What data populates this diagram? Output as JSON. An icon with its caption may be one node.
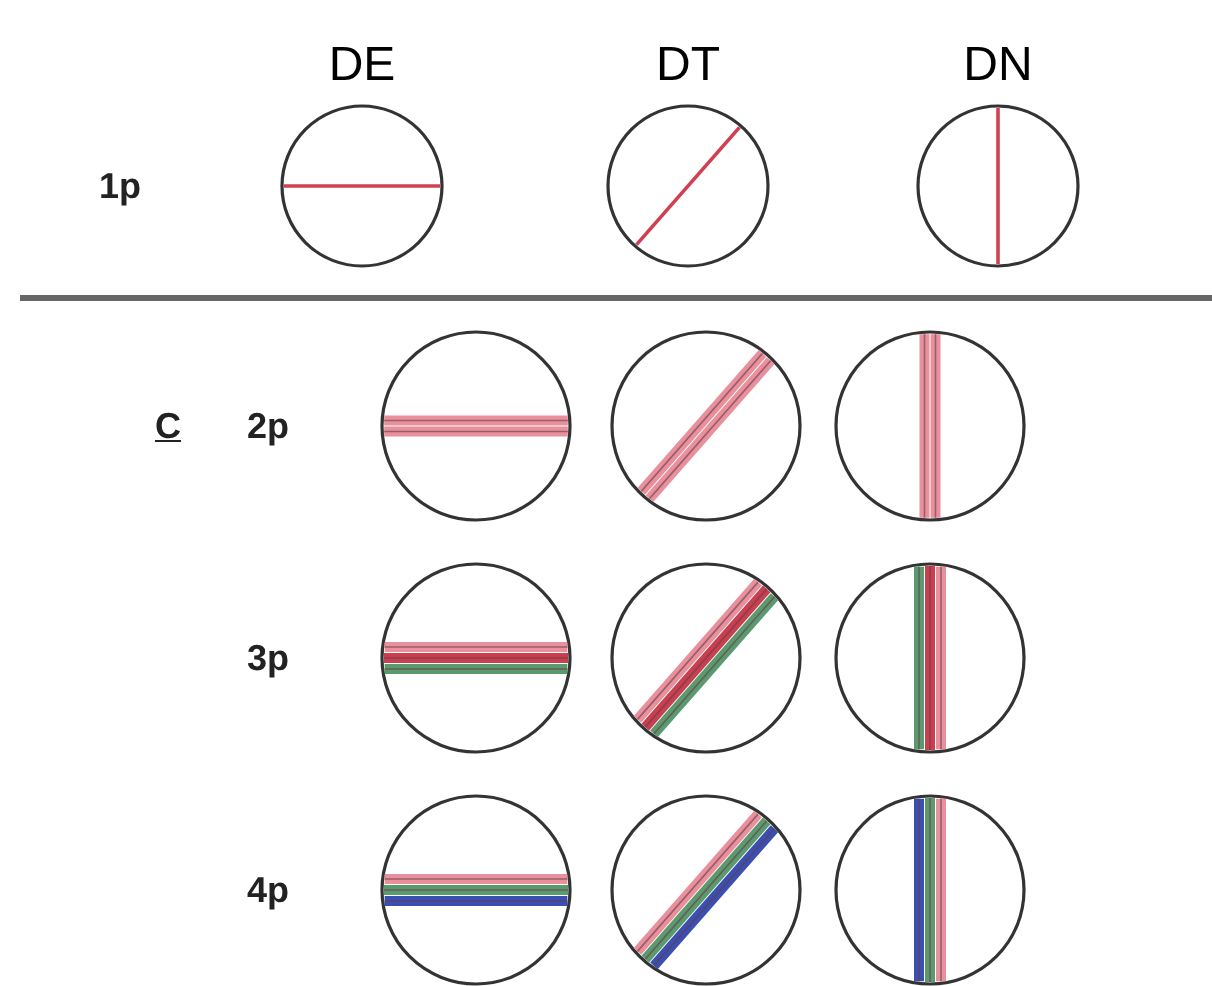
{
  "diagram": {
    "labels": [
      "DE",
      "DT",
      "DN",
      "1p",
      "C",
      "2p",
      "3p",
      "4p"
    ]
  }
}
